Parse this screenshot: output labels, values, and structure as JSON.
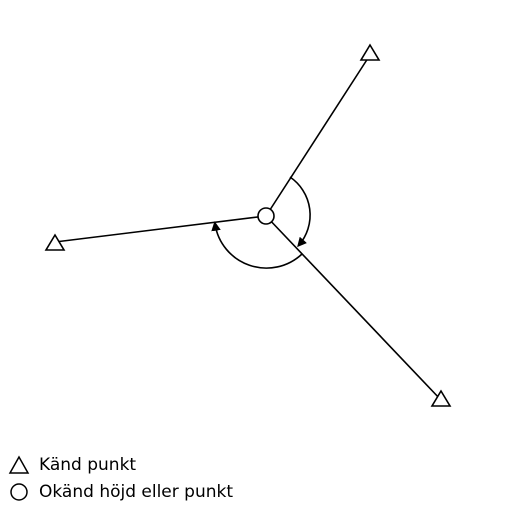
{
  "diagram": {
    "stroke_color": "#000000",
    "background": "#ffffff",
    "nodes": [
      {
        "id": "center",
        "kind": "unknown-point"
      },
      {
        "id": "west",
        "kind": "known-point"
      },
      {
        "id": "northeast",
        "kind": "known-point"
      },
      {
        "id": "southeast",
        "kind": "known-point"
      }
    ],
    "edges": [
      {
        "from": "center",
        "to": "west"
      },
      {
        "from": "center",
        "to": "northeast"
      },
      {
        "from": "center",
        "to": "southeast"
      }
    ],
    "angle_arcs": [
      {
        "from": "northeast",
        "to": "southeast",
        "arrow_at": "southeast"
      },
      {
        "from": "southeast",
        "to": "west",
        "arrow_at": "west"
      }
    ]
  },
  "legend": {
    "known_point": "Känd punkt",
    "unknown_point": "Okänd höjd eller punkt"
  }
}
